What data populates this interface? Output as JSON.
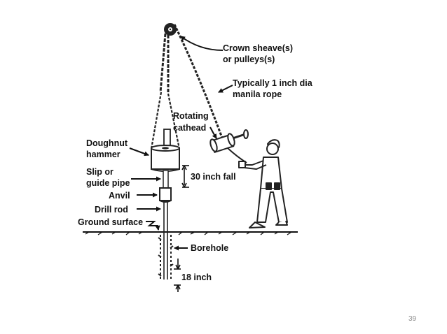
{
  "labels": {
    "crown_line1": "Crown sheave(s)",
    "crown_line2": "or pulleys(s)",
    "rope_line1": "Typically 1 inch dia",
    "rope_line2": "manila rope",
    "cathead_line1": "Rotating",
    "cathead_line2": "cathead",
    "hammer_line1": "Doughnut",
    "hammer_line2": "hammer",
    "slip_line1": "Slip or",
    "slip_line2": "guide pipe",
    "fall": "30 inch fall",
    "anvil": "Anvil",
    "drill_rod": "Drill rod",
    "ground_surface": "Ground surface",
    "borehole": "Borehole",
    "depth": "18 inch"
  },
  "page_number": "39"
}
